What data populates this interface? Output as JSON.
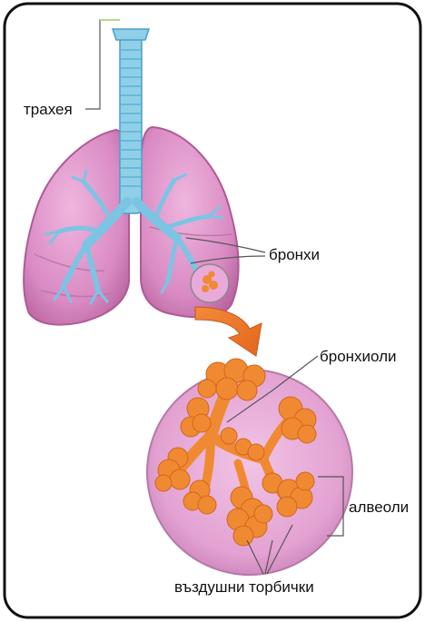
{
  "labels": {
    "trachea": "трахея",
    "bronchi": "бронхи",
    "bronchioles": "бронхиоли",
    "alveoli": "алвеоли",
    "air_sacs": "въздушни торбички"
  }
}
